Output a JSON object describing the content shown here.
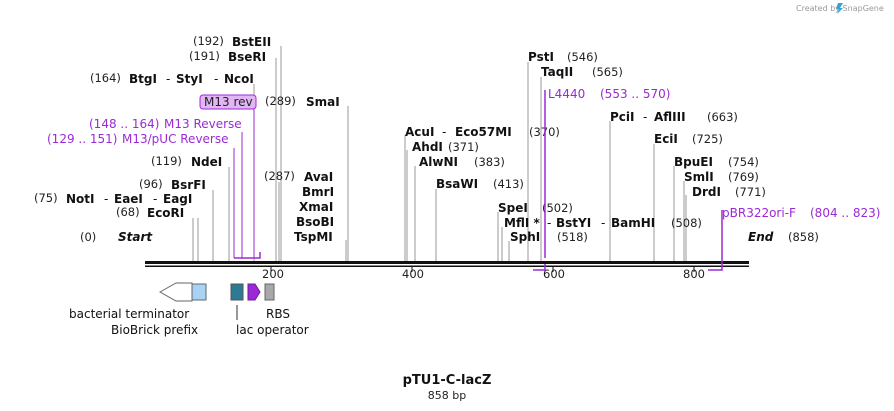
{
  "credit": "Created by SnapGene",
  "title": "pTU1-C-lacZ",
  "length_label": "858 bp",
  "start_label": "Start",
  "start_pos": "(0)",
  "end_label": "End",
  "end_pos": "(858)",
  "ruler": [
    "200",
    "400",
    "600",
    "800"
  ],
  "colors": {
    "primer": "#9b2ad6",
    "primer_box": "#e2b6f5",
    "terminator": "#a9d3f5",
    "operator": "#2c7a93",
    "promoter": "#9b2ad6",
    "rbs": "#a8a8a8"
  },
  "sites": [
    {
      "name": "BstEII",
      "pos": "(192)"
    },
    {
      "name": "BseRI",
      "pos": "(191)"
    },
    {
      "name": "BtgI",
      "name2": "StyI",
      "name3": "NcoI",
      "pos": "(164)"
    },
    {
      "name": "SmaI",
      "pos": "(289)"
    },
    {
      "name": "NdeI",
      "pos": "(119)"
    },
    {
      "name": "BsrFI",
      "pos": "(96)"
    },
    {
      "name": "NotI",
      "name2": "EaeI",
      "name3": "EagI",
      "pos": "(75)"
    },
    {
      "name": "EcoRI",
      "pos": "(68)"
    },
    {
      "name": "AvaI",
      "pos": "(287)"
    },
    {
      "name": "BmrI"
    },
    {
      "name": "XmaI"
    },
    {
      "name": "BsoBI"
    },
    {
      "name": "TspMI"
    },
    {
      "name": "AcuI",
      "name2": "Eco57MI",
      "pos": "(370)"
    },
    {
      "name": "AhdI",
      "pos": "(371)"
    },
    {
      "name": "AlwNI",
      "pos": "(383)"
    },
    {
      "name": "BsaWI",
      "pos": "(413)"
    },
    {
      "name": "SpeI",
      "pos": "(502)"
    },
    {
      "name": "MflI *",
      "name2": "BstYI",
      "name3": "BamHI",
      "pos": "(508)"
    },
    {
      "name": "SphI",
      "pos": "(518)"
    },
    {
      "name": "PstI",
      "pos": "(546)"
    },
    {
      "name": "TaqII",
      "pos": "(565)"
    },
    {
      "name": "PciI",
      "name2": "AflIII",
      "pos": "(663)"
    },
    {
      "name": "EciI",
      "pos": "(725)"
    },
    {
      "name": "BpuEI",
      "pos": "(754)"
    },
    {
      "name": "SmlI",
      "pos": "(769)"
    },
    {
      "name": "DrdI",
      "pos": "(771)"
    }
  ],
  "primers": [
    {
      "name": "M13 rev"
    },
    {
      "name": "M13 Reverse",
      "range": "(148 .. 164)"
    },
    {
      "name": "M13/pUC Reverse",
      "range": "(129 .. 151)"
    },
    {
      "name": "L4440",
      "range": "(553 .. 570)"
    },
    {
      "name": "pBR322ori-F",
      "range": "(804 .. 823)"
    }
  ],
  "features": [
    {
      "name": "bacterial terminator"
    },
    {
      "name": "BioBrick prefix"
    },
    {
      "name": "lac operator"
    },
    {
      "name": "RBS"
    }
  ]
}
